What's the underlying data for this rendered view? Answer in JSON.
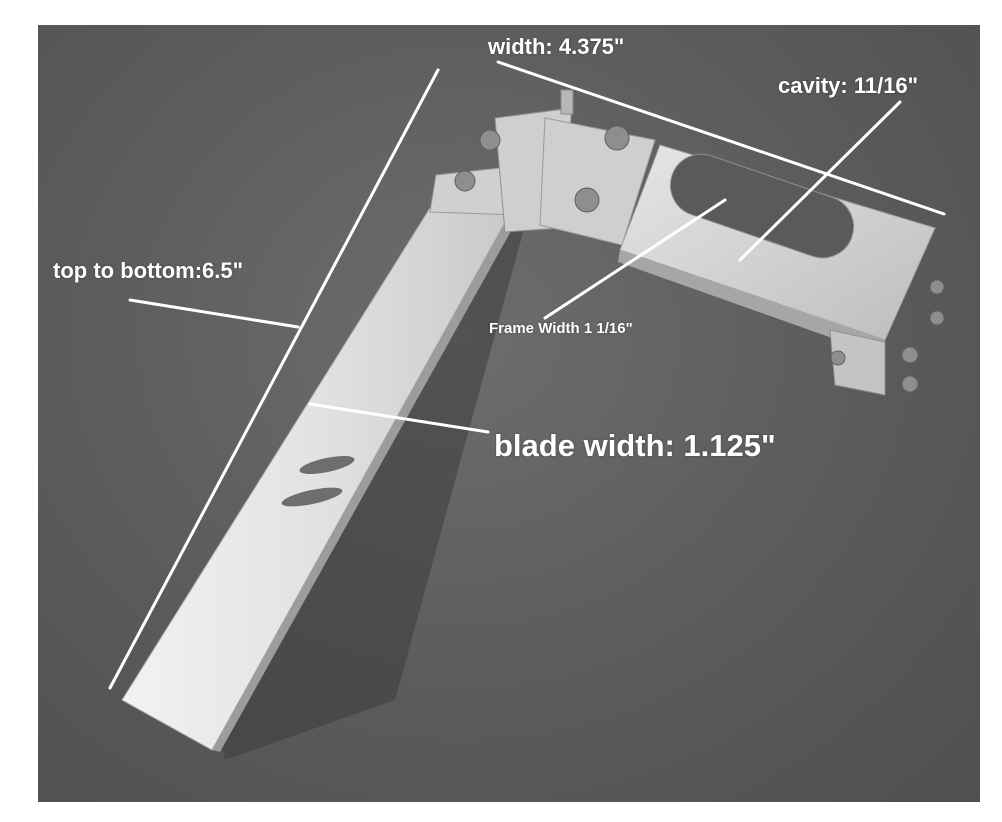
{
  "annotations": {
    "width": "width: 4.375\"",
    "cavity": "cavity: 11/16\"",
    "top_to_bottom": "top to bottom:6.5\"",
    "frame_width": "Frame Width 1 1/16\"",
    "blade_width": "blade width: 1.125\""
  },
  "colors": {
    "background": "#5f5f5f",
    "aluminum": "#d8d8d8",
    "annotation": "#ffffff"
  }
}
